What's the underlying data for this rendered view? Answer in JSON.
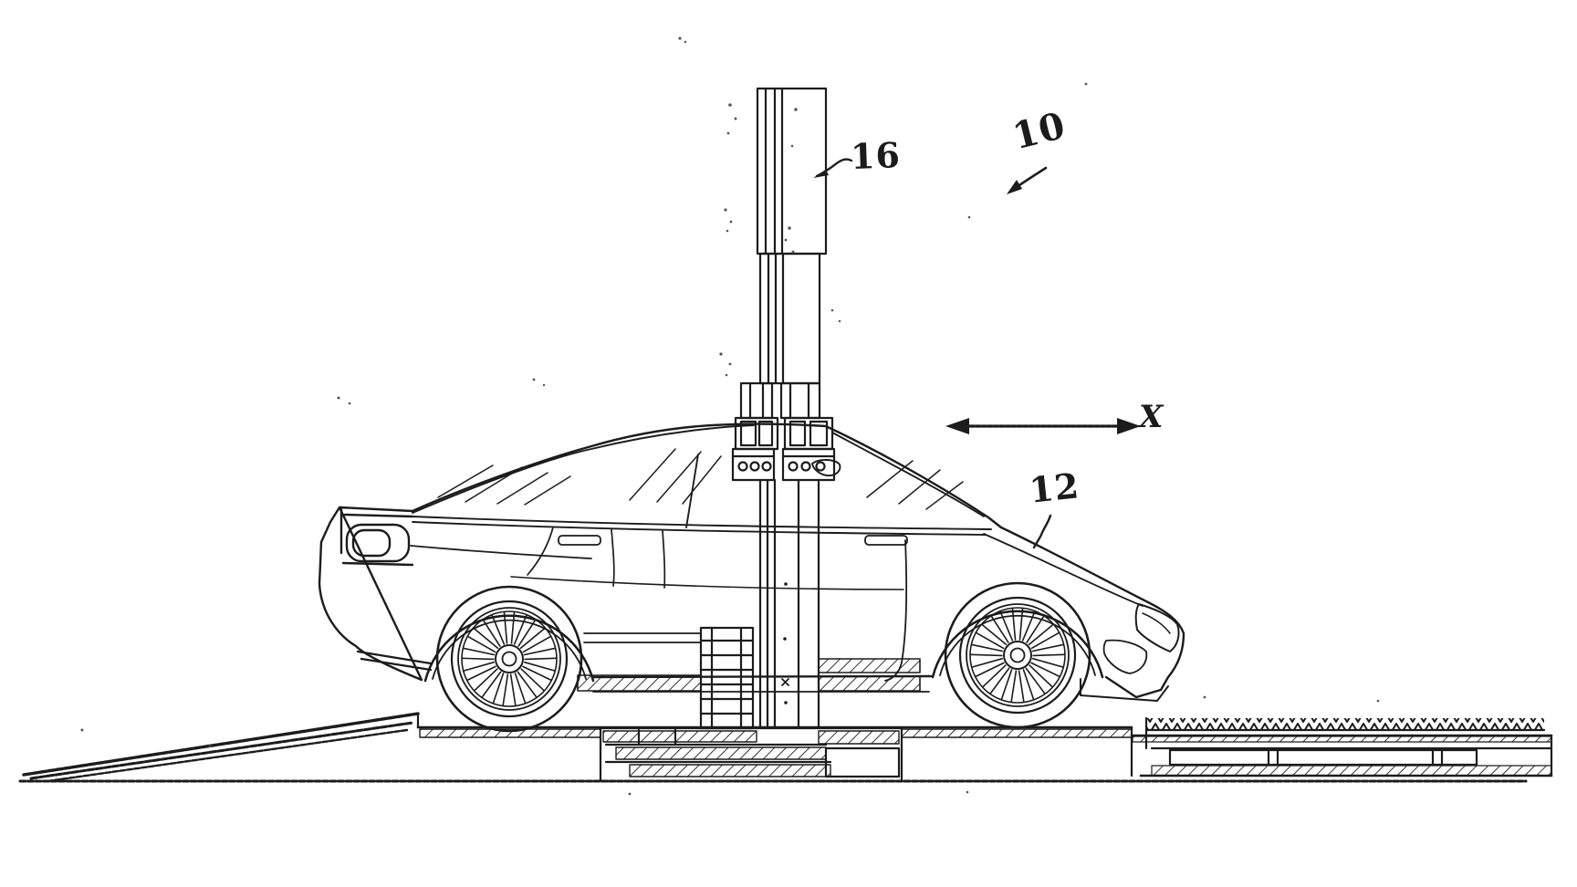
{
  "figure": {
    "ink_color": "#1c1c1c",
    "labels": {
      "ref_16": "16",
      "ref_10": "10",
      "ref_12": "12",
      "axis_x": "X"
    }
  }
}
